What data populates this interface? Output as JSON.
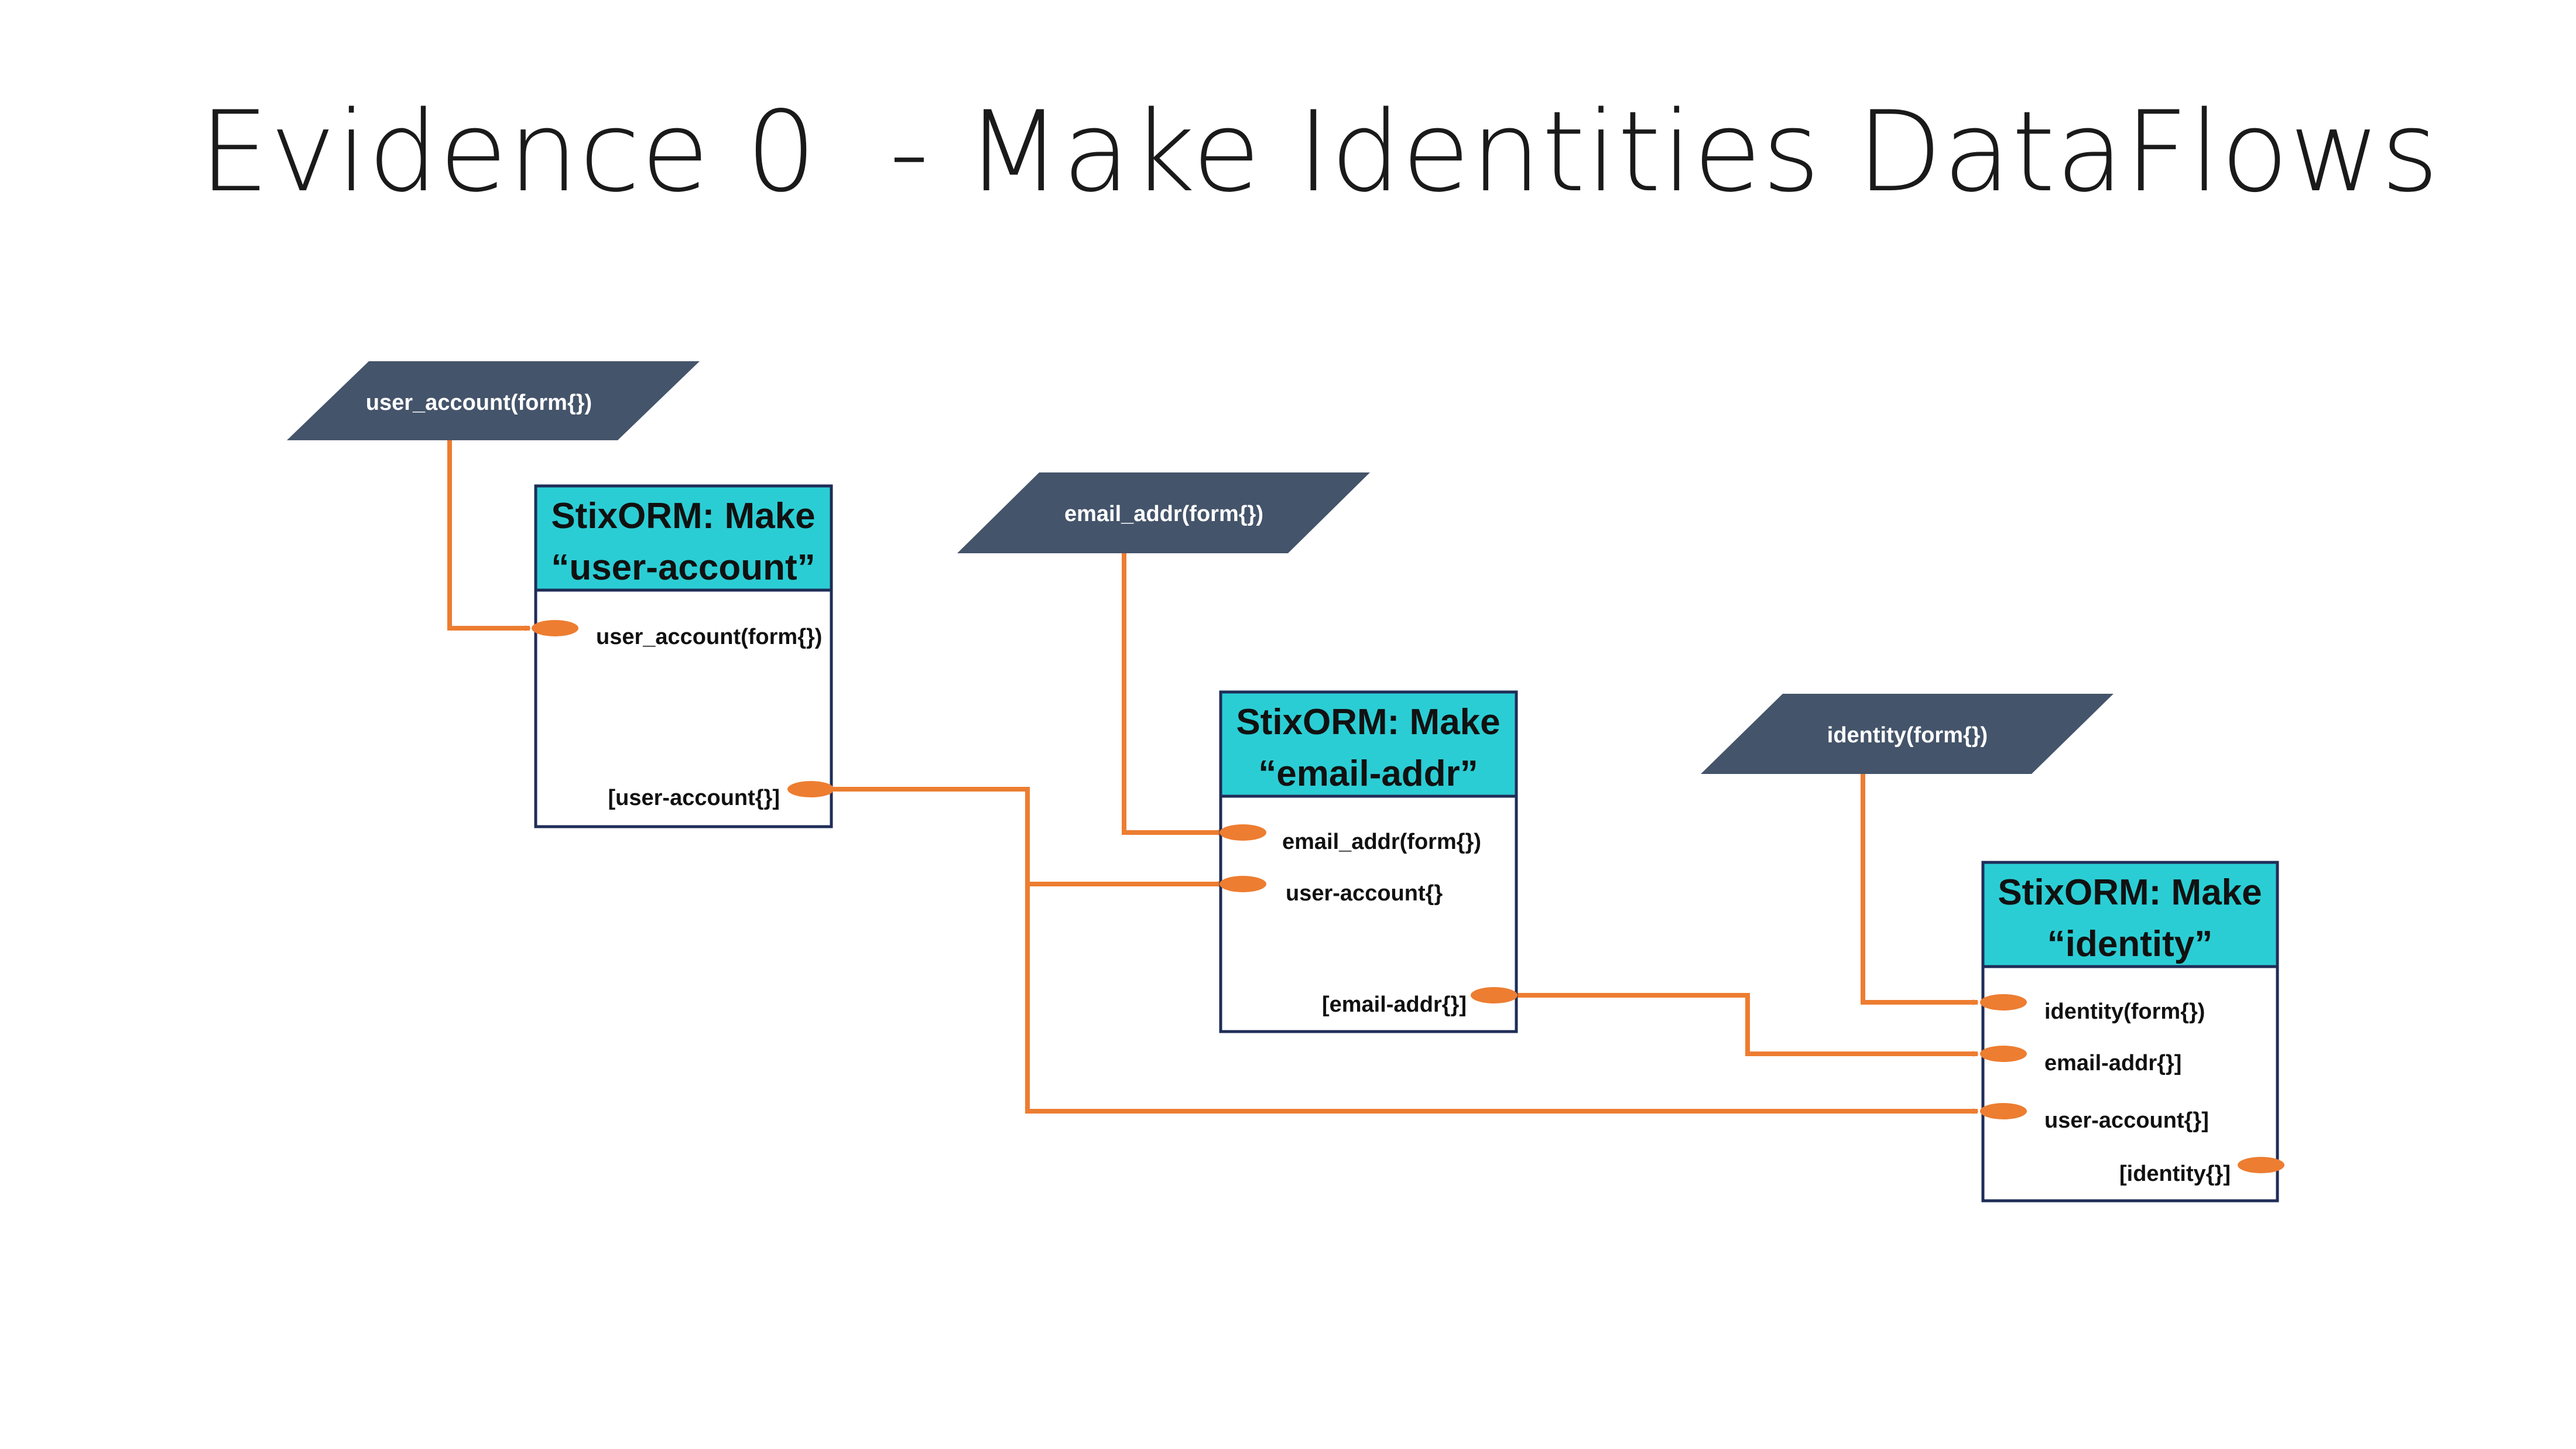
{
  "slide": {
    "title": "Evidence 0  - Make Identities DataFlows"
  },
  "colors": {
    "io_fill": "#44546a",
    "header_fill": "#2bcdd4",
    "box_border": "#1f2d57",
    "connector": "#ed7d31",
    "title_text": "#1a1a1a"
  },
  "inputs": {
    "user_account": "user_account(form{})",
    "email_addr": "email_addr(form{})",
    "identity": "identity(form{})"
  },
  "blocks": {
    "user_account": {
      "header_line1": "StixORM: Make",
      "header_line2": "“user-account”",
      "ports": {
        "in_form": "user_account(form{})",
        "out_list": "[user-account{}]"
      }
    },
    "email_addr": {
      "header_line1": "StixORM: Make",
      "header_line2": "“email-addr”",
      "ports": {
        "in_form": "email_addr(form{})",
        "in_user_account": "user-account{}",
        "out_list": "[email-addr{}]"
      }
    },
    "identity": {
      "header_line1": "StixORM: Make",
      "header_line2": "“identity”",
      "ports": {
        "in_form": "identity(form{})",
        "in_email_addr": "email-addr{}]",
        "in_user_account": "user-account{}]",
        "out_list": "[identity{}]"
      }
    }
  }
}
